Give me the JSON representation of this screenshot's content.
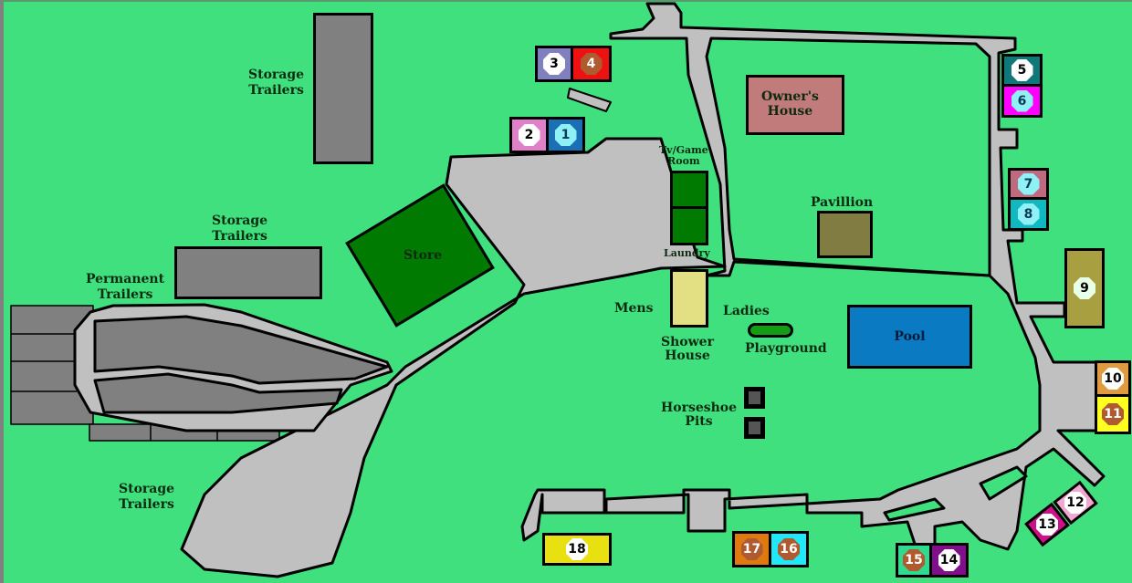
{
  "map": {
    "colors": {
      "grass": "#41e07e",
      "road": "#c0c0c0",
      "trailer_gray": "#808080",
      "store_green": "#007a00",
      "owners_house": "#c27b7b",
      "pavilion": "#817d42",
      "shower_house": "#e3e083",
      "pool": "#0a7ac2",
      "playground": "#129d12",
      "horseshoe": "#555555"
    },
    "labels": {
      "storage_trailers_top": "Storage\nTrailers",
      "storage_trailers_mid": "Storage\nTrailers",
      "permanent_trailers": "Permanent\nTrailers",
      "storage_trailers_bottom": "Storage\nTrailers",
      "store": "Store",
      "owners_house": "Owner's\nHouse",
      "tv_game_room": "Tv/Game\nRoom",
      "laundry": "Laundry",
      "pavillion": "Pavillion",
      "mens": "Mens",
      "ladies": "Ladies",
      "shower_house": "Shower\nHouse",
      "playground": "Playground",
      "pool": "Pool",
      "horseshoe_pits": "Horseshoe\nPits"
    },
    "sites": [
      {
        "number": "1",
        "bg": "#1a6fb5",
        "badge": "#8ff0f5",
        "text": "#0b3a56"
      },
      {
        "number": "2",
        "bg": "#e080c8",
        "badge": "#ffffff",
        "text": "#000000"
      },
      {
        "number": "3",
        "bg": "#8080c0",
        "badge": "#ffffff",
        "text": "#000000"
      },
      {
        "number": "4",
        "bg": "#ee1111",
        "badge": "#b05a30",
        "text": "#ffffff"
      },
      {
        "number": "5",
        "bg": "#107878",
        "badge": "#ffffff",
        "text": "#000000"
      },
      {
        "number": "6",
        "bg": "#ff00ff",
        "badge": "#8ff0f5",
        "text": "#0b3a56"
      },
      {
        "number": "7",
        "bg": "#c06a80",
        "badge": "#8ff0f5",
        "text": "#0b3a56"
      },
      {
        "number": "8",
        "bg": "#10b8c0",
        "badge": "#8ff0f5",
        "text": "#0b3a56"
      },
      {
        "number": "9",
        "bg": "#a8a040",
        "badge": "#e8ffe8",
        "text": "#000000"
      },
      {
        "number": "10",
        "bg": "#e09a40",
        "badge": "#ffffff",
        "text": "#000000"
      },
      {
        "number": "11",
        "bg": "#ffff20",
        "badge": "#b05a30",
        "text": "#ffffff"
      },
      {
        "number": "12",
        "bg": "#f0a8d0",
        "badge": "#ffffff",
        "text": "#000000"
      },
      {
        "number": "13",
        "bg": "#d0108a",
        "badge": "#ffffff",
        "text": "#000000"
      },
      {
        "number": "14",
        "bg": "#80108a",
        "badge": "#ffffff",
        "text": "#000000"
      },
      {
        "number": "15",
        "bg": "#30d890",
        "badge": "#b05a30",
        "text": "#ffffff"
      },
      {
        "number": "16",
        "bg": "#20e8f8",
        "badge": "#b05a30",
        "text": "#ffffff"
      },
      {
        "number": "17",
        "bg": "#e07a10",
        "badge": "#b05a30",
        "text": "#ffffff"
      },
      {
        "number": "18",
        "bg": "#e8e010",
        "badge": "#ffffff",
        "text": "#000000"
      }
    ]
  }
}
